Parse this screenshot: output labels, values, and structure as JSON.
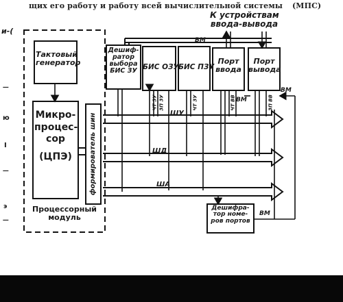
{
  "caption": {
    "text": "щих его работу и работу всей вычислительной системы",
    "abbr": "(МПС)"
  },
  "blocks": {
    "clock_generator": [
      "Тактовый",
      "генератор"
    ],
    "microprocessor": [
      "Микро-",
      "процес-",
      "сор",
      "(ЦПЭ)"
    ],
    "bus_former": "формирователь шин",
    "memory_decoder": [
      "Дешиф-",
      "ратор",
      "выбора",
      "БИС ЗУ"
    ],
    "ram": "БИС ОЗУ",
    "rom": "БИС ПЗУ",
    "input_port": [
      "Порт",
      "ввода"
    ],
    "output_port": [
      "Порт",
      "вывода"
    ],
    "port_decoder": [
      "Дешифра-",
      "тор номе-",
      "ров портов"
    ],
    "processor_module": [
      "Процессорный",
      "модуль"
    ]
  },
  "io_label": [
    "К устройствам",
    "ввода-вывода"
  ],
  "buses": {
    "control": "ШУ",
    "data": "ШД",
    "address": "ША"
  },
  "signals": {
    "vm_top": "ВМ",
    "vm_input": "ВМ",
    "vm_output": "ВМ",
    "vm_decoder": "ВМ",
    "ram_read": "ЧТ ЗУ",
    "ram_write": "ЗП ЗУ",
    "rom_read": "ЧТ ЗУ",
    "in_read": "ЧТ ВВ",
    "out_write": "ЗП ВВ"
  },
  "margin_marks": [
    "и-(",
    "—",
    "ю",
    "I",
    "—",
    "э",
    "—"
  ]
}
